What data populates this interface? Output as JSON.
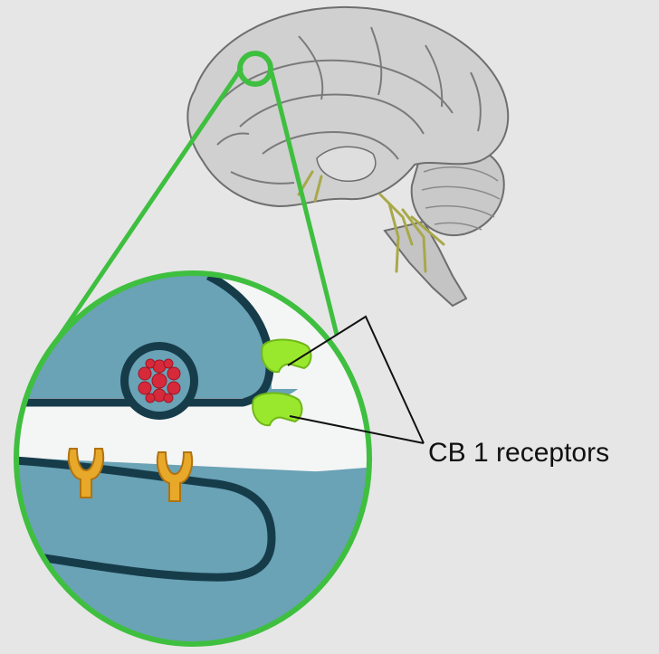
{
  "label": {
    "text": "CB 1 receptors"
  },
  "colors": {
    "background": "#e6e6e6",
    "zoom_ring": "#3fbf3f",
    "cell_fill": "#6aa2b6",
    "membrane": "#163c4a",
    "synaptic_cleft": "#f4f5f5",
    "vesicle": "#d62a3a",
    "cb1_receptor": "#9ae82e",
    "other_receptor": "#e8a82a",
    "brain": "#cdcdcd",
    "brain_outline": "#6e6e6e",
    "nerves": "#a8a84a",
    "callout_line": "#111111"
  },
  "icons": [
    "brain-illustration",
    "magnifier-circle",
    "neurotransmitter-vesicle",
    "cb1-receptor",
    "receptor"
  ]
}
